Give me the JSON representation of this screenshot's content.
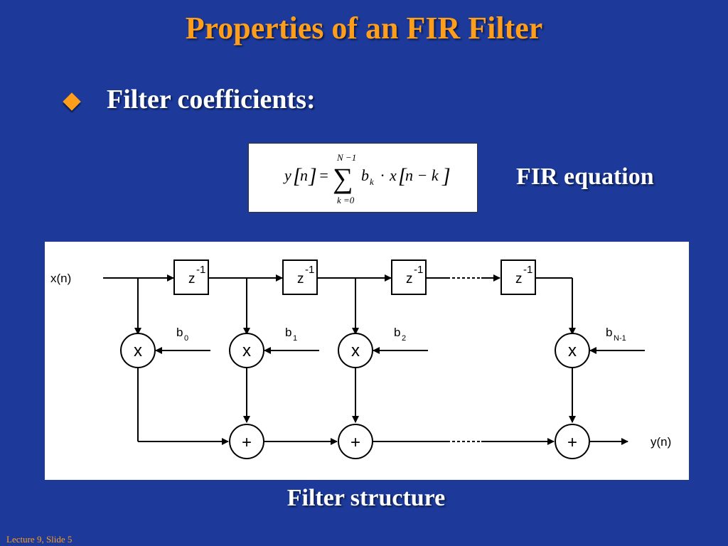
{
  "title": "Properties of an FIR Filter",
  "bullet": {
    "icon": "diamond-bullet-icon",
    "text": "Filter coefficients:"
  },
  "equation": {
    "lhs": "y",
    "lhs_index": "n",
    "equals": "=",
    "sum_upper": "N −1",
    "sum_lower": "k =0",
    "coef": "b",
    "coef_sub": "k",
    "dot": "·",
    "x": "x",
    "x_index": "n − k",
    "label": "FIR equation"
  },
  "diagram": {
    "input_label": "x(n)",
    "output_label": "y(n)",
    "delay_base": "z",
    "delay_exp": "-1",
    "multiplier_symbol": "x",
    "adder_symbol": "+",
    "coefficients": [
      {
        "base": "b",
        "sub": "0"
      },
      {
        "base": "b",
        "sub": "1"
      },
      {
        "base": "b",
        "sub": "2"
      },
      {
        "base": "b",
        "sub": "N-1"
      }
    ],
    "caption": "Filter structure"
  },
  "footer": "Lecture 9, Slide 5",
  "colors": {
    "background": "#1d3a9a",
    "accent": "#ff9e1a",
    "text": "#ffffff"
  }
}
